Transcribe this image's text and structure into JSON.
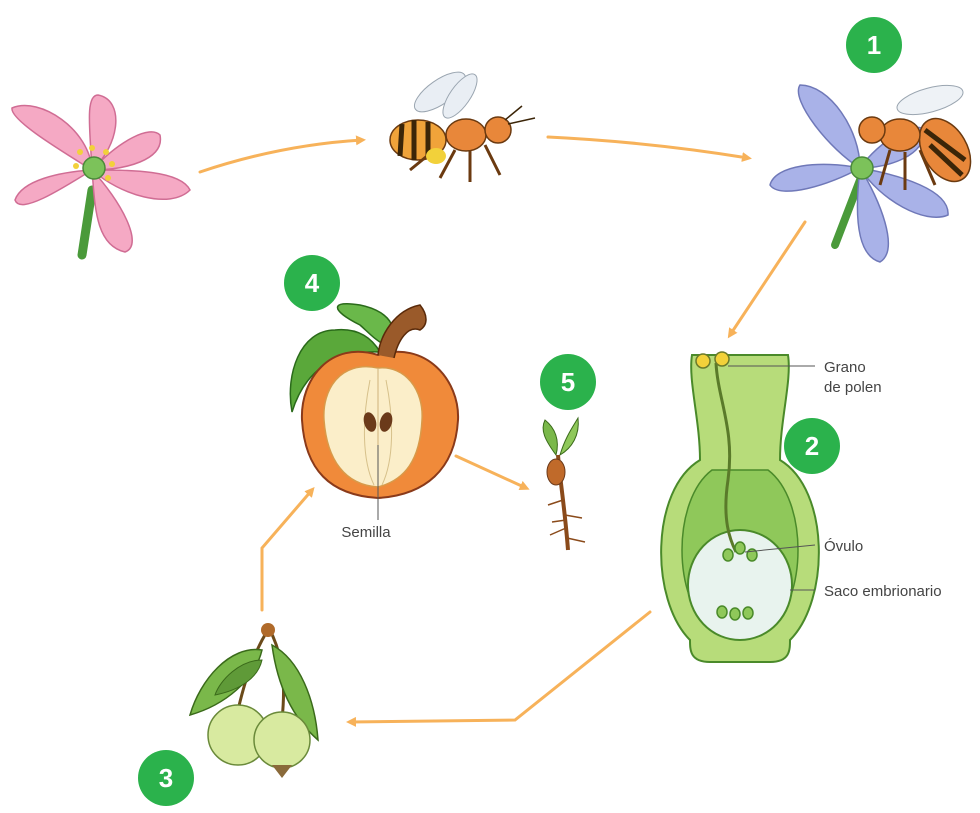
{
  "steps": {
    "s1": "1",
    "s2": "2",
    "s3": "3",
    "s4": "4",
    "s5": "5"
  },
  "labels": {
    "grano_line1": "Grano",
    "grano_line2": "de polen",
    "ovulo": "Óvulo",
    "saco": "Saco embrionario",
    "semilla": "Semilla"
  },
  "colors": {
    "badge": "#2bb24c",
    "arrow": "#f7b25a",
    "pink_petal": "#f5a9c4",
    "blue_petal": "#a9b2e8",
    "pistil": "#8fc85a",
    "apple": "#f08a3a",
    "fruit": "#d8eaa0"
  }
}
